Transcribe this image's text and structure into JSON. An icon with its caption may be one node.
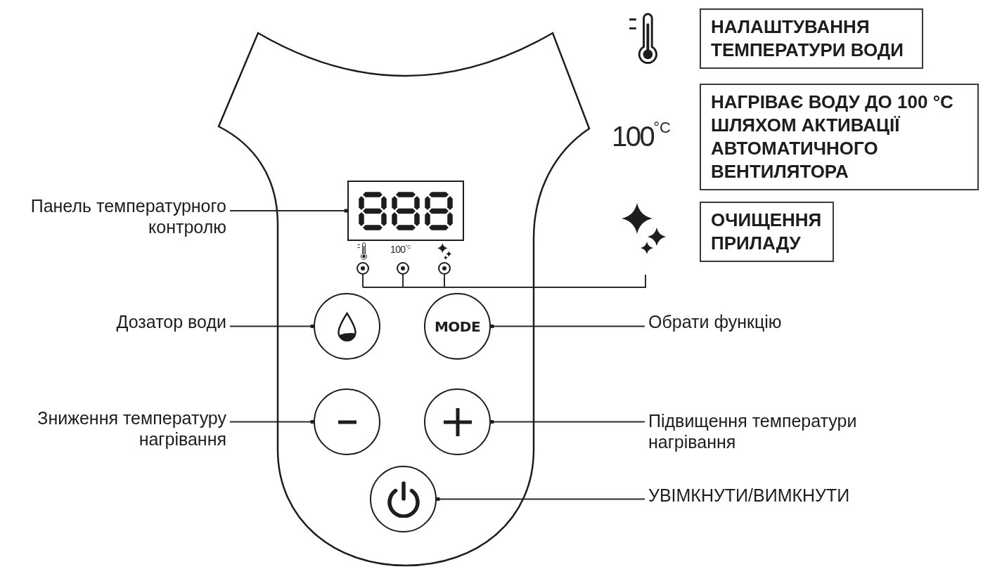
{
  "diagram": {
    "nodes": [
      {
        "text": [],
        "shape": "picture"
      },
      {
        "text": [],
        "shape": "box",
        "in": 0
      },
      {
        "text": [],
        "shape": "circle",
        "in": 0
      },
      {
        "text": [],
        "shape": "circle",
        "in": 0,
        "beside": [
          "100$^{°C}$"
        ]
      },
      {
        "text": [],
        "shape": "circle",
        "in": 0
      },
      {
        "text": [],
        "shape": "circle",
        "in": 0
      },
      {
        "text": [
          "MODE"
        ],
        "in": 0
      },
      {
        "text": [],
        "shape": "circle",
        "in": 0
      },
      {
        "text": [],
        "shape": "circle",
        "in": 0
      },
      {
        "text": [],
        "shape": "circle",
        "in": 0
      },
      {
        "text": [
          "НАЛАШТУВАННЯ ТЕМПЕРАТУРИ ВОДИ"
        ]
      },
      {
        "text": [
          "НАГРІВАЄ ВОДУ ДО 100 °C ШЛЯХОМ АКТИВАЦІЇ АВТОМАТИЧНОГО ВЕНТИЛЯТОРА"
        ],
        "beside": [
          "100$^{°C}$"
        ]
      },
      {
        "text": [
          "ОЧИЩЕННЯ ПРИЛАДУ"
        ]
      },
      {
        "text": [
          "Панель температурного контролю"
        ]
      },
      {
        "text": [
          "Дозатор води"
        ]
      },
      {
        "text": [
          "Обрати функцію"
        ]
      },
      {
        "text": [
          "Зниження температуру нагрівання"
        ]
      },
      {
        "text": [
          "Підвищення температури нагрівання"
        ]
      },
      {
        "text": [
          "УВІМКНУТИ/ВИМКНУТИ"
        ]
      }
    ],
    "edges": [
      {
        "from": 13,
        "to": 1,
        "arrow": "other"
      },
      {
        "from": 14,
        "to": 5,
        "arrow": "other"
      },
      {
        "from": 15,
        "to": 6,
        "arrow": "other"
      },
      {
        "from": 16,
        "to": 7,
        "arrow": "other"
      },
      {
        "from": 17,
        "to": 8,
        "arrow": "other"
      },
      {
        "from": 18,
        "to": 9,
        "arrow": "other"
      },
      {
        "from": 2,
        "to": null,
        "arrow": "none"
      },
      {
        "from": 3,
        "to": null,
        "arrow": "none"
      },
      {
        "from": 4,
        "to": null,
        "arrow": "none"
      }
    ]
  }
}
